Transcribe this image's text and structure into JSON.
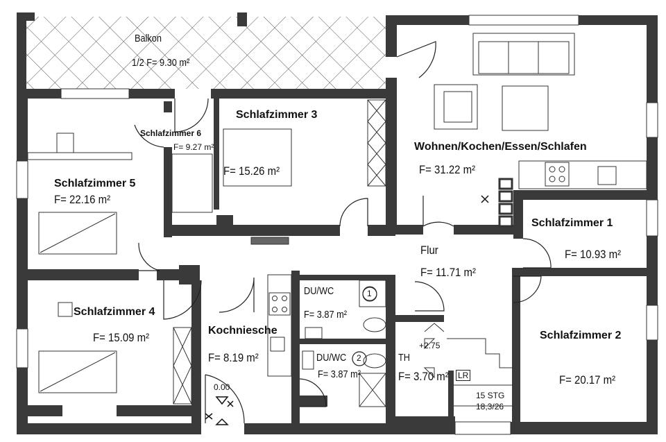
{
  "balcony": {
    "name": "Balkon",
    "area": "1/2   F= 9.30 m²"
  },
  "rooms": {
    "schlaf3": {
      "name": "Schlafzimmer 3",
      "area": "F= 15.26 m²"
    },
    "schlaf6": {
      "name": "Schlafzimmer 6",
      "area": "F= 9.27 m²"
    },
    "schlaf5": {
      "name": "Schlafzimmer 5",
      "area": "F= 22.16 m²"
    },
    "wohnen": {
      "name": "Wohnen/Kochen/Essen/Schlafen",
      "area": "F= 31.22 m²"
    },
    "schlaf1": {
      "name": "Schlafzimmer 1",
      "area": "F= 10.93 m²"
    },
    "flur": {
      "name": "Flur",
      "area": "F= 11.71 m²"
    },
    "schlaf4": {
      "name": "Schlafzimmer 4",
      "area": "F= 15.09 m²"
    },
    "kochniesche": {
      "name": "Kochniesche",
      "area": "F= 8.19 m²"
    },
    "duwc1": {
      "name": "DU/WC",
      "number": "1",
      "area": "F= 3.87 m²"
    },
    "duwc2": {
      "name": "DU/WC",
      "number": "2",
      "area": "F= 3.87 m²"
    },
    "th": {
      "name": "TH",
      "area": "F= 3.70 m²"
    },
    "schlaf2": {
      "name": "Schlafzimmer 2",
      "area": "F= 20.17 m²"
    }
  },
  "stair": {
    "level_top": "+2.75",
    "lr": "LR",
    "steps": "15 STG",
    "dims": "18,3/26"
  },
  "entrance": {
    "level": "0.00"
  }
}
